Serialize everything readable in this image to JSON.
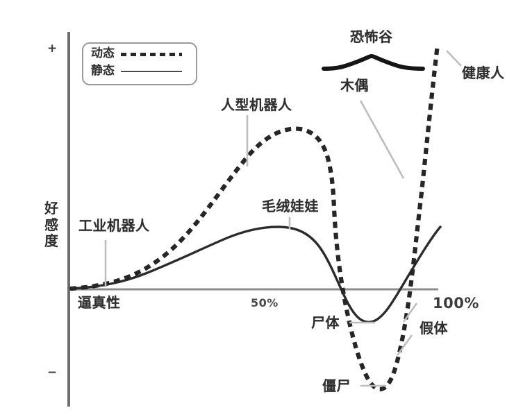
{
  "figure": {
    "axes": {
      "y_title": "好感度",
      "x_title": "逼真性",
      "positive_sign": "+",
      "negative_sign": "−",
      "x_ticks": [
        "50%",
        "100%"
      ]
    },
    "legend": {
      "items": [
        {
          "label": "动态",
          "style": "dashed"
        },
        {
          "label": "静态",
          "style": "solid"
        }
      ]
    },
    "annotations": {
      "valley_brace_label": "恐怖谷",
      "industrial_robot": "工业机器人",
      "humanoid_robot": "人型机器人",
      "plush_doll": "毛绒娃娃",
      "puppet": "木偶",
      "healthy_person": "健康人",
      "corpse": "尸体",
      "prosthetic_hand": "假体",
      "zombie": "僵尸"
    },
    "colors": {
      "axis": "#6e6e6e",
      "dynamic_curve": "#262626",
      "static_curve": "#2b2b2b",
      "leader_line": "#b3b3b3",
      "text": "#2e2e2e"
    }
  },
  "chart_data": {
    "type": "line",
    "title": "恐怖谷",
    "xlabel": "逼真性",
    "ylabel": "好感度",
    "xlim": [
      0,
      110
    ],
    "ylim": [
      -100,
      100
    ],
    "grid": false,
    "legend_position": "top-left",
    "x_tick_values": [
      50,
      100
    ],
    "x_tick_labels": [
      "50%",
      "100%"
    ],
    "y_tick_labels": [
      "+",
      "−"
    ],
    "series": [
      {
        "name": "动态",
        "style": "dashed",
        "points": [
          [
            0,
            0
          ],
          [
            5,
            1
          ],
          [
            10,
            3
          ],
          [
            15,
            7
          ],
          [
            20,
            13
          ],
          [
            25,
            22
          ],
          [
            30,
            33
          ],
          [
            35,
            45
          ],
          [
            40,
            56
          ],
          [
            45,
            65
          ],
          [
            50,
            71
          ],
          [
            55,
            74
          ],
          [
            58,
            74
          ],
          [
            61,
            71
          ],
          [
            64,
            62
          ],
          [
            67,
            45
          ],
          [
            70,
            20
          ],
          [
            73,
            -12
          ],
          [
            76,
            -45
          ],
          [
            79,
            -70
          ],
          [
            82,
            -84
          ],
          [
            85,
            -88
          ],
          [
            88,
            -84
          ],
          [
            90,
            -72
          ],
          [
            92,
            -50
          ],
          [
            94,
            -22
          ],
          [
            96,
            10
          ],
          [
            98,
            40
          ],
          [
            100,
            66
          ],
          [
            102,
            86
          ],
          [
            103,
            95
          ]
        ]
      },
      {
        "name": "静态",
        "style": "solid",
        "points": [
          [
            0,
            0
          ],
          [
            5,
            1
          ],
          [
            10,
            2
          ],
          [
            15,
            4
          ],
          [
            20,
            7
          ],
          [
            25,
            11
          ],
          [
            30,
            16
          ],
          [
            35,
            21
          ],
          [
            40,
            26
          ],
          [
            45,
            30
          ],
          [
            50,
            33
          ],
          [
            55,
            35
          ],
          [
            58,
            35
          ],
          [
            62,
            34
          ],
          [
            66,
            30
          ],
          [
            70,
            23
          ],
          [
            74,
            13
          ],
          [
            78,
            2
          ],
          [
            82,
            -7
          ],
          [
            85,
            -12
          ],
          [
            88,
            -13
          ],
          [
            91,
            -11
          ],
          [
            94,
            -4
          ],
          [
            97,
            6
          ],
          [
            100,
            17
          ],
          [
            103,
            26
          ],
          [
            105,
            31
          ]
        ]
      }
    ],
    "annotations": [
      {
        "text": "工业机器人",
        "points_to": "dynamic curve near x=8"
      },
      {
        "text": "人型机器人",
        "points_to": "dynamic rise near x=40"
      },
      {
        "text": "毛绒娃娃",
        "points_to": "static peak near x=56"
      },
      {
        "text": "恐怖谷",
        "points_to": "valley span x=70..100"
      },
      {
        "text": "木偶",
        "points_to": "dynamic descent near x=76"
      },
      {
        "text": "尸体",
        "points_to": "static minimum near x=87"
      },
      {
        "text": "僵尸",
        "points_to": "dynamic minimum near x=86"
      },
      {
        "text": "假体",
        "points_to": "dynamic ascent near x=95"
      },
      {
        "text": "健康人",
        "points_to": "dynamic curve top near x=103"
      }
    ]
  }
}
